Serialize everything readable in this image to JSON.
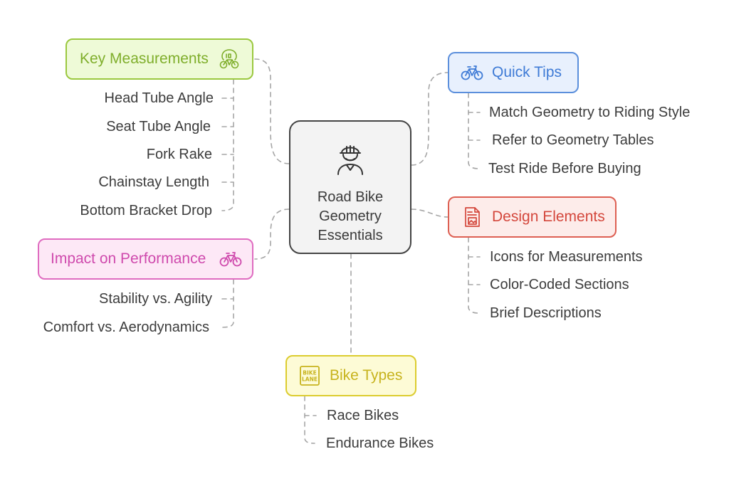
{
  "center": {
    "title": "Road Bike\nGeometry\nEssentials",
    "icon": "cyclist-helmet-icon"
  },
  "branches": {
    "key_measurements": {
      "label": "Key Measurements",
      "icon": "speed-bike-icon",
      "color": "#9bc83f",
      "items": [
        "Head Tube Angle",
        "Seat Tube Angle",
        "Fork Rake",
        "Chainstay Length",
        "Bottom Bracket Drop"
      ]
    },
    "quick_tips": {
      "label": "Quick Tips",
      "icon": "bicycle-icon",
      "color": "#5b8fdc",
      "items": [
        "Match Geometry to Riding Style",
        "Refer to Geometry Tables",
        "Test Ride Before Buying"
      ]
    },
    "design_elements": {
      "label": "Design Elements",
      "icon": "document-image-icon",
      "color": "#dd5f52",
      "items": [
        "Icons for Measurements",
        "Color-Coded Sections",
        "Brief Descriptions"
      ]
    },
    "impact_performance": {
      "label": "Impact on Performance",
      "icon": "bicycle-icon",
      "color": "#df6cc0",
      "items": [
        "Stability vs. Agility",
        "Comfort vs. Aerodynamics"
      ]
    },
    "bike_types": {
      "label": "Bike Types",
      "icon": "bike-lane-sign-icon",
      "color": "#dccc2f",
      "icon_text": [
        "BIKE",
        "LANE"
      ],
      "items": [
        "Race Bikes",
        "Endurance Bikes"
      ]
    }
  }
}
